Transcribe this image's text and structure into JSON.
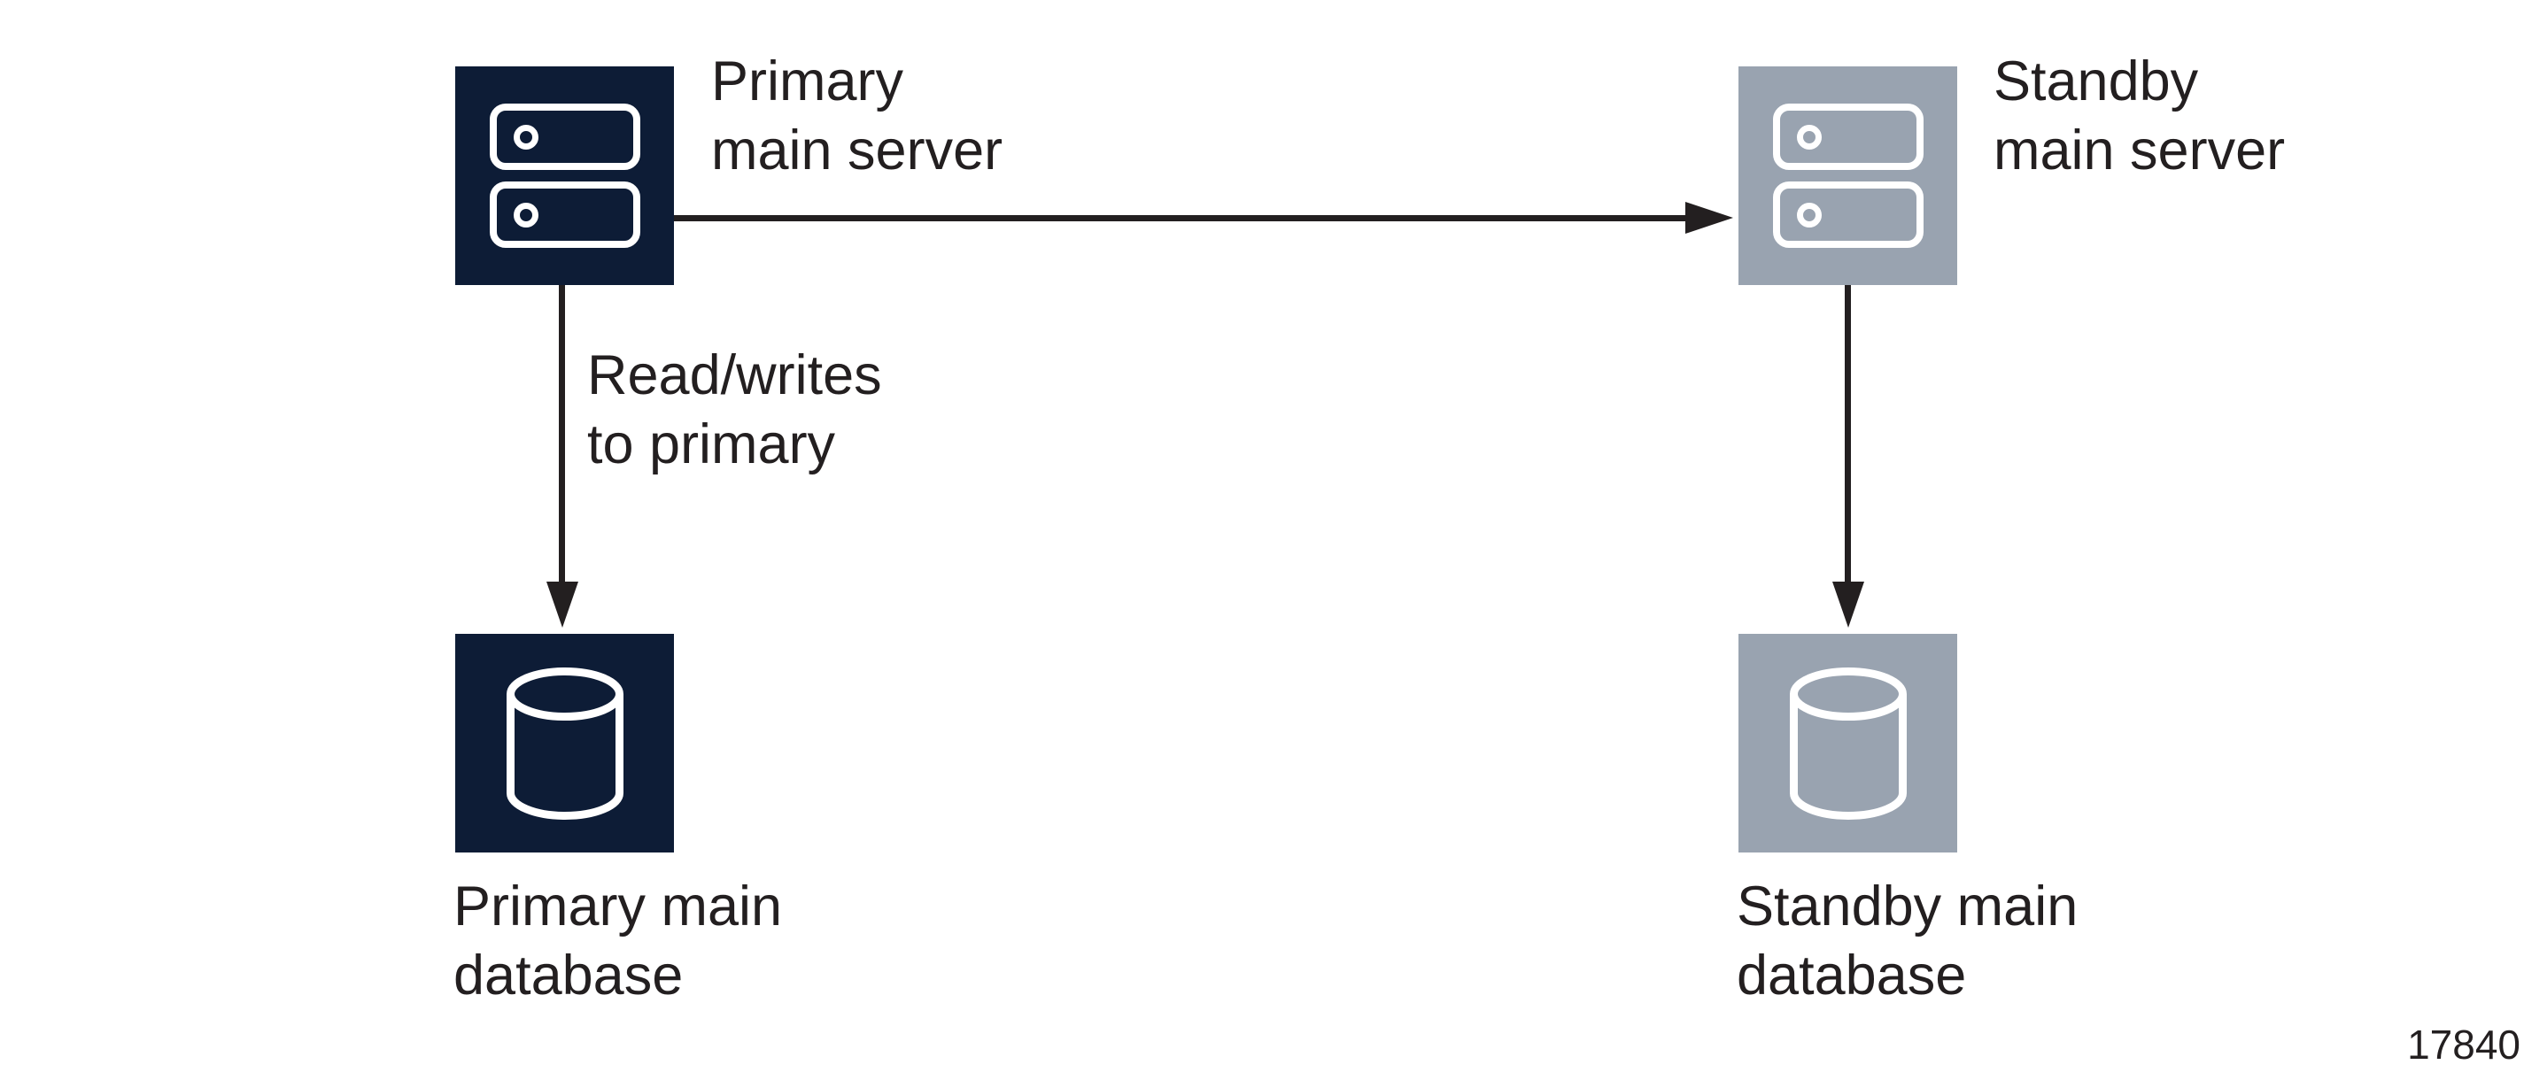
{
  "figure": {
    "number": "17840"
  },
  "colors": {
    "background": "#ffffff",
    "primary_fill": "#0d1c36",
    "standby_fill": "#99a3b0",
    "icon_stroke": "#ffffff",
    "line": "#231f20",
    "text": "#231f20"
  },
  "nodes": {
    "primary_server": {
      "label": "Primary\nmain server",
      "icon": "server-icon",
      "style": "primary"
    },
    "standby_server": {
      "label": "Standby\nmain server",
      "icon": "server-icon",
      "style": "standby"
    },
    "primary_database": {
      "label": "Primary main\ndatabase",
      "icon": "database-icon",
      "style": "primary"
    },
    "standby_database": {
      "label": "Standby main\ndatabase",
      "icon": "database-icon",
      "style": "standby"
    }
  },
  "edges": {
    "server_replication": {
      "from": "primary_server",
      "to": "standby_server",
      "label": ""
    },
    "primary_read_write": {
      "from": "primary_server",
      "to": "primary_database",
      "label": "Read/writes\nto primary"
    },
    "standby_read_write": {
      "from": "standby_server",
      "to": "standby_database",
      "label": ""
    }
  }
}
